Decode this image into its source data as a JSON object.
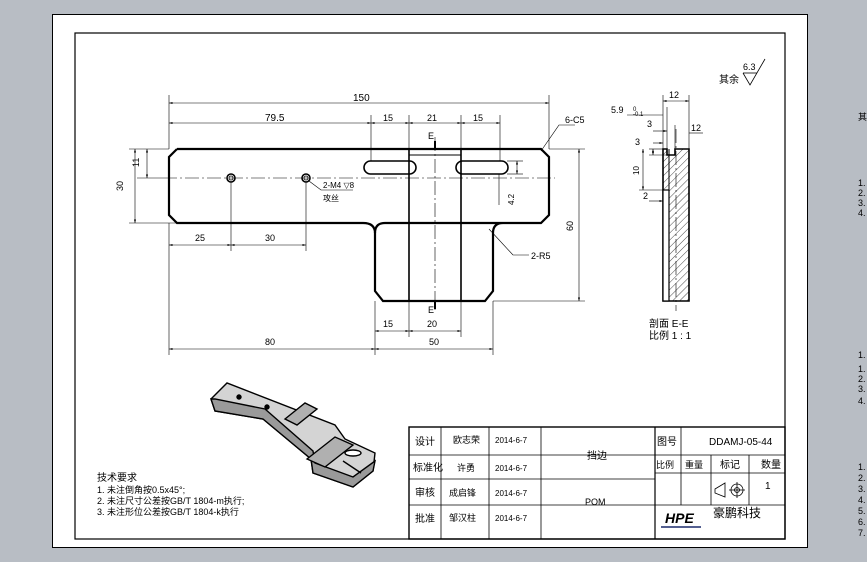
{
  "dims": {
    "overall_length": "150",
    "hole_offset": "79.5",
    "slot_a": "15",
    "slot_mid": "21",
    "slot_b": "15",
    "chamfer": "6-C5",
    "height_left": "30",
    "height_small": "11",
    "height_total": "60",
    "hole_pos_a": "25",
    "hole_pos_b": "30",
    "bottom_left": "80",
    "bottom_right": "50",
    "bottom_slot": "15",
    "bottom_mid": "20",
    "slot_width": "4.2",
    "fillet": "2-R5",
    "thread_line1": "2-M4 ▽8",
    "thread_line2": "攻丝"
  },
  "section": {
    "width_top": "12",
    "dim_59": "5.9",
    "tol_59": "0\n-0.1",
    "dim_3a": "3",
    "dim_3b": "3",
    "dim_12r": "12",
    "dim_10": "10",
    "dim_2": "2",
    "label": "剖面  E-E",
    "scale": "比例  1 : 1"
  },
  "roughness": {
    "label": "其余",
    "value": "6.3"
  },
  "section_markers": [
    "E",
    "E"
  ],
  "notes": {
    "title": "技术要求",
    "items": [
      "1. 未注倒角按0.5x45°;",
      "2. 未注尺寸公差按GB/T 1804-m执行;",
      "3. 未注形位公差按GB/T 1804-k执行"
    ]
  },
  "title_block": {
    "rows": [
      {
        "role": "设计",
        "name": "欧志荣",
        "date": "2014-6-7"
      },
      {
        "role": "标准化",
        "name": "许勇",
        "date": "2014-6-7"
      },
      {
        "role": "审核",
        "name": "成启锋",
        "date": "2014-6-7"
      },
      {
        "role": "批准",
        "name": "邹汉柱",
        "date": "2014-6-7"
      }
    ],
    "part_name": "挡边",
    "material": "POM",
    "drawing_no_label": "图号",
    "drawing_no": "DDAMJ-05-44",
    "scale_label": "比例",
    "weight_label": "重量",
    "mark_label": "标记",
    "qty_label": "数量",
    "qty": "1",
    "company": "豪鹏科技",
    "logo_text": "HPE"
  },
  "side_labels": [
    "其",
    "1.",
    "2.",
    "3.",
    "4.",
    "1.",
    "1.",
    "2.",
    "3.",
    "4.",
    "1.",
    "2.",
    "3.",
    "4.",
    "5.",
    "6.",
    "7."
  ]
}
